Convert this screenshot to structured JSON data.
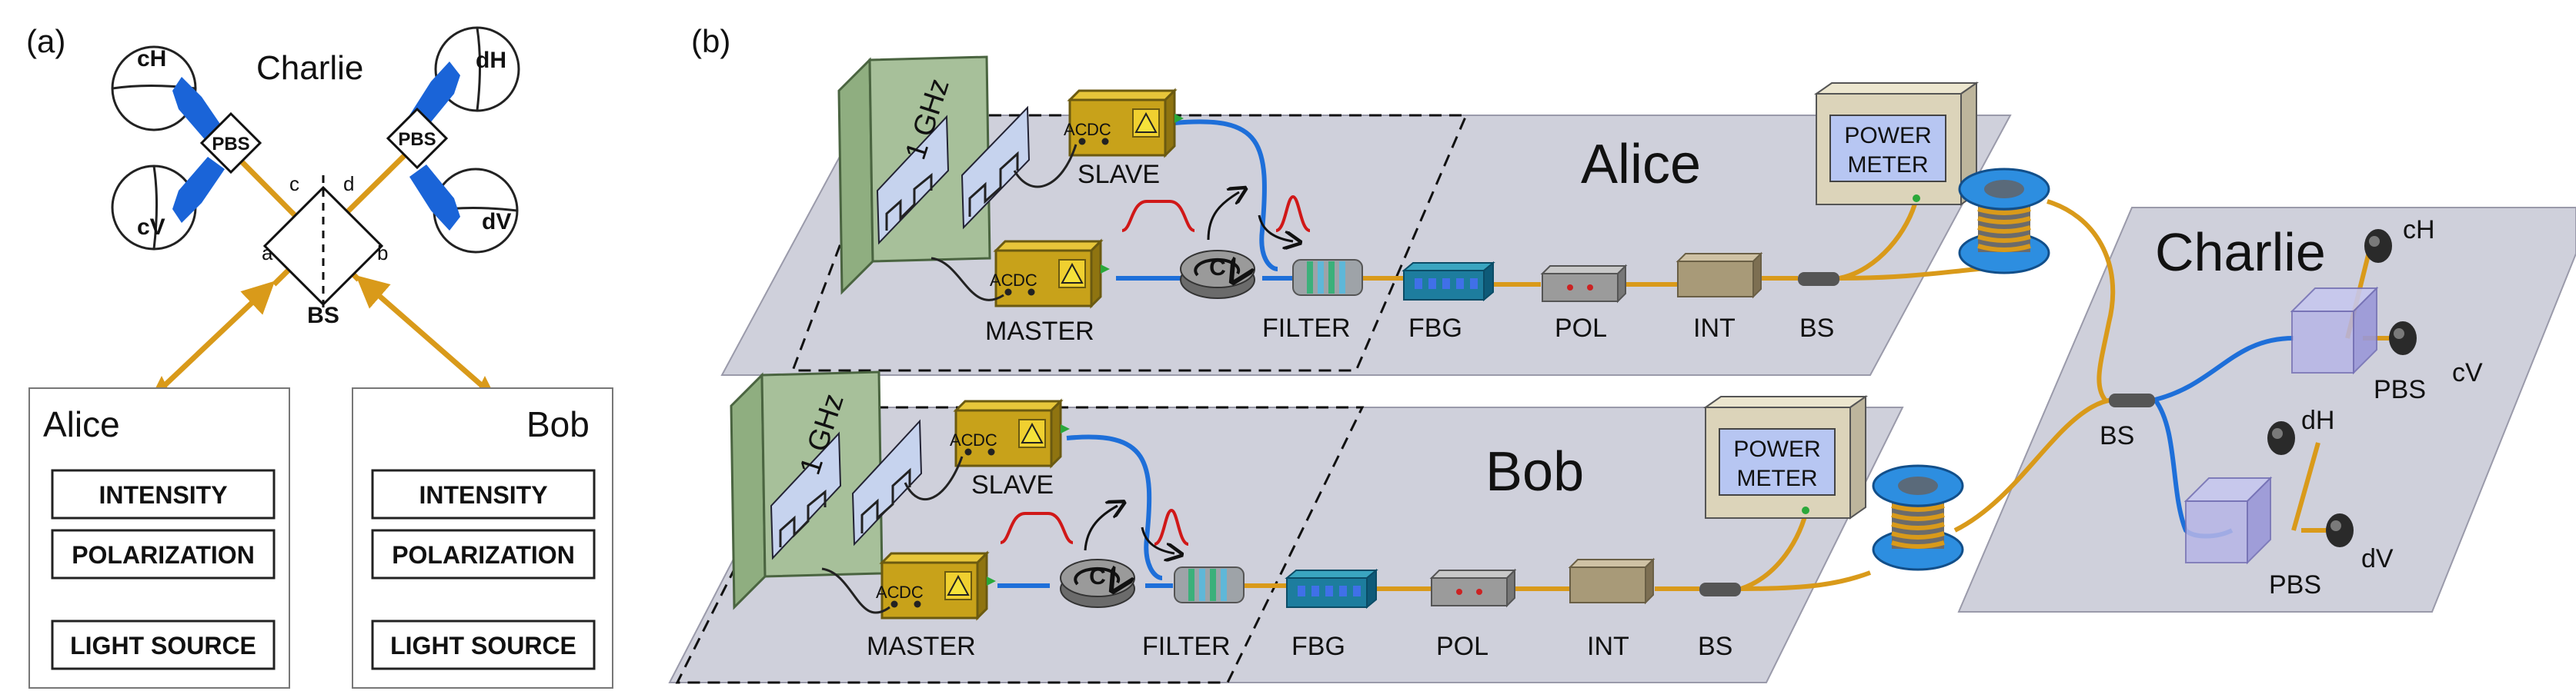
{
  "panels": {
    "a": "(a)",
    "b": "(b)"
  },
  "left": {
    "charlie": "Charlie",
    "detectors": {
      "cH": "cH",
      "cV": "cV",
      "dH": "dH",
      "dV": "dV"
    },
    "pbs": "PBS",
    "bs": "BS",
    "ports": {
      "a": "a",
      "b": "b",
      "c": "c",
      "d": "d"
    },
    "alice": {
      "title": "Alice",
      "rows": [
        "INTENSITY",
        "POLARIZATION",
        "LIGHT SOURCE"
      ]
    },
    "bob": {
      "title": "Bob",
      "rows": [
        "INTENSITY",
        "POLARIZATION",
        "LIGHT SOURCE"
      ]
    }
  },
  "right": {
    "alice_title": "Alice",
    "bob_title": "Bob",
    "charlie_title": "Charlie",
    "ghz": "1 GHz",
    "ac": "AC",
    "dc": "DC",
    "circulator": "C",
    "slave": "SLAVE",
    "master": "MASTER",
    "filter": "FILTER",
    "fbg": "FBG",
    "pol": "POL",
    "int": "INT",
    "bs": "BS",
    "pbs": "PBS",
    "power_meter": [
      "POWER",
      "METER"
    ],
    "detectors": {
      "cH": "cH",
      "cV": "cV",
      "dH": "dH",
      "dV": "dV"
    }
  },
  "colors": {
    "fiber_blue": "#1e6fd9",
    "fiber_orange": "#d99a1a",
    "laser_gold": "#c8a21a",
    "platform": "#cfd0db",
    "board": "#a7c09a",
    "pulse_red": "#d01818",
    "pbs_blue": "#1a64d8"
  }
}
